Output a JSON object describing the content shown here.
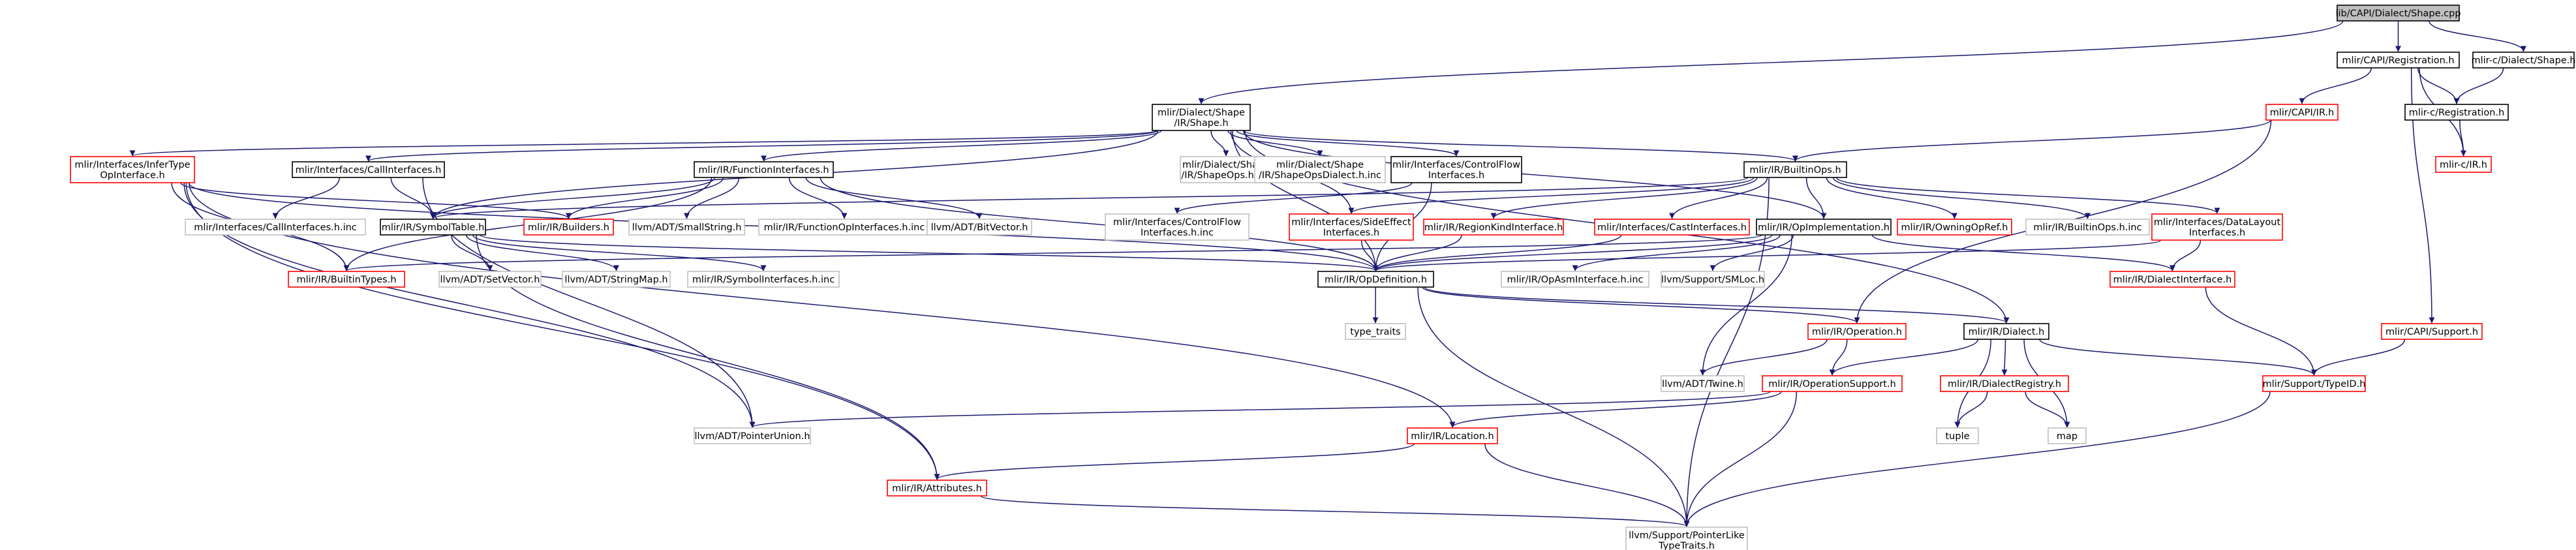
{
  "colors": {
    "edge": "#191970",
    "root_fill": "#bfbfbf",
    "normal_border": "#000000",
    "truncated_border": "#ff0000",
    "external_border": "#bfbfbf",
    "external_text": "#000000"
  },
  "nodes": [
    {
      "id": "shape_cpp",
      "kind": "root",
      "lines": [
        "lib/CAPI/Dialect/Shape.cpp"
      ]
    },
    {
      "id": "dialect_shape_h",
      "kind": "normal",
      "lines": [
        "mlir/Dialect/Shape",
        "/IR/Shape.h"
      ]
    },
    {
      "id": "capi_registration_h",
      "kind": "normal",
      "lines": [
        "mlir/CAPI/Registration.h"
      ]
    },
    {
      "id": "mlir_c_dialect_shape_h",
      "kind": "normal",
      "lines": [
        "mlir-c/Dialect/Shape.h"
      ]
    },
    {
      "id": "capi_ir_h",
      "kind": "truncated",
      "lines": [
        "mlir/CAPI/IR.h"
      ]
    },
    {
      "id": "mlir_c_registration_h",
      "kind": "normal",
      "lines": [
        "mlir-c/Registration.h"
      ]
    },
    {
      "id": "mlir_c_ir_h",
      "kind": "truncated",
      "lines": [
        "mlir-c/IR.h"
      ]
    },
    {
      "id": "infertype_h",
      "kind": "truncated",
      "lines": [
        "mlir/Interfaces/InferType",
        "OpInterface.h"
      ]
    },
    {
      "id": "callinterfaces_h",
      "kind": "normal",
      "lines": [
        "mlir/Interfaces/CallInterfaces.h"
      ]
    },
    {
      "id": "functioninterfaces_h",
      "kind": "normal",
      "lines": [
        "mlir/IR/FunctionInterfaces.h"
      ]
    },
    {
      "id": "shapeops_h_inc",
      "kind": "external",
      "lines": [
        "mlir/Dialect/Shape",
        "/IR/ShapeOps.h.inc"
      ]
    },
    {
      "id": "shapeopsdialect_h_inc",
      "kind": "external",
      "lines": [
        "mlir/Dialect/Shape",
        "/IR/ShapeOpsDialect.h.inc"
      ]
    },
    {
      "id": "controlflow_h",
      "kind": "normal",
      "lines": [
        "mlir/Interfaces/ControlFlow",
        "Interfaces.h"
      ]
    },
    {
      "id": "builtinops_h",
      "kind": "normal",
      "lines": [
        "mlir/IR/BuiltinOps.h"
      ]
    },
    {
      "id": "callinterfaces_h_inc",
      "kind": "external",
      "lines": [
        "mlir/Interfaces/CallInterfaces.h.inc"
      ]
    },
    {
      "id": "symboltable_h",
      "kind": "normal",
      "lines": [
        "mlir/IR/SymbolTable.h"
      ]
    },
    {
      "id": "builders_h",
      "kind": "truncated",
      "lines": [
        "mlir/IR/Builders.h"
      ]
    },
    {
      "id": "smallstring_h",
      "kind": "external",
      "lines": [
        "llvm/ADT/SmallString.h"
      ]
    },
    {
      "id": "functionopinterfaces_h_inc",
      "kind": "external",
      "lines": [
        "mlir/IR/FunctionOpInterfaces.h.inc"
      ]
    },
    {
      "id": "bitvector_h",
      "kind": "external",
      "lines": [
        "llvm/ADT/BitVector.h"
      ]
    },
    {
      "id": "controlflow_h_inc",
      "kind": "external",
      "lines": [
        "mlir/Interfaces/ControlFlow",
        "Interfaces.h.inc"
      ]
    },
    {
      "id": "sideeffect_h",
      "kind": "truncated",
      "lines": [
        "mlir/Interfaces/SideEffect",
        "Interfaces.h"
      ]
    },
    {
      "id": "regionkind_h",
      "kind": "truncated",
      "lines": [
        "mlir/IR/RegionKindInterface.h"
      ]
    },
    {
      "id": "castinterfaces_h",
      "kind": "truncated",
      "lines": [
        "mlir/Interfaces/CastInterfaces.h"
      ]
    },
    {
      "id": "opimplementation_h",
      "kind": "normal",
      "lines": [
        "mlir/IR/OpImplementation.h"
      ]
    },
    {
      "id": "owningopref_h",
      "kind": "truncated",
      "lines": [
        "mlir/IR/OwningOpRef.h"
      ]
    },
    {
      "id": "builtinops_h_inc",
      "kind": "external",
      "lines": [
        "mlir/IR/BuiltinOps.h.inc"
      ]
    },
    {
      "id": "datalayout_h",
      "kind": "truncated",
      "lines": [
        "mlir/Interfaces/DataLayout",
        "Interfaces.h"
      ]
    },
    {
      "id": "builtintypes_h",
      "kind": "truncated",
      "lines": [
        "mlir/IR/BuiltinTypes.h"
      ]
    },
    {
      "id": "setvector_h",
      "kind": "external",
      "lines": [
        "llvm/ADT/SetVector.h"
      ]
    },
    {
      "id": "stringmap_h",
      "kind": "external",
      "lines": [
        "llvm/ADT/StringMap.h"
      ]
    },
    {
      "id": "symbolinterfaces_h_inc",
      "kind": "external",
      "lines": [
        "mlir/IR/SymbolInterfaces.h.inc"
      ]
    },
    {
      "id": "opdefinition_h",
      "kind": "normal",
      "lines": [
        "mlir/IR/OpDefinition.h"
      ]
    },
    {
      "id": "opasminterface_h_inc",
      "kind": "external",
      "lines": [
        "mlir/IR/OpAsmInterface.h.inc"
      ]
    },
    {
      "id": "smloc_h",
      "kind": "external",
      "lines": [
        "llvm/Support/SMLoc.h"
      ]
    },
    {
      "id": "dialectinterface_h",
      "kind": "truncated",
      "lines": [
        "mlir/IR/DialectInterface.h"
      ]
    },
    {
      "id": "type_traits",
      "kind": "external",
      "lines": [
        "type_traits"
      ]
    },
    {
      "id": "operation_h",
      "kind": "truncated",
      "lines": [
        "mlir/IR/Operation.h"
      ]
    },
    {
      "id": "dialect_h",
      "kind": "normal",
      "lines": [
        "mlir/IR/Dialect.h"
      ]
    },
    {
      "id": "capi_support_h",
      "kind": "truncated",
      "lines": [
        "mlir/CAPI/Support.h"
      ]
    },
    {
      "id": "twine_h",
      "kind": "external",
      "lines": [
        "llvm/ADT/Twine.h"
      ]
    },
    {
      "id": "operationsupport_h",
      "kind": "truncated",
      "lines": [
        "mlir/IR/OperationSupport.h"
      ]
    },
    {
      "id": "dialectregistry_h",
      "kind": "truncated",
      "lines": [
        "mlir/IR/DialectRegistry.h"
      ]
    },
    {
      "id": "typeid_h",
      "kind": "truncated",
      "lines": [
        "mlir/Support/TypeID.h"
      ]
    },
    {
      "id": "pointerunion_h",
      "kind": "external",
      "lines": [
        "llvm/ADT/PointerUnion.h"
      ]
    },
    {
      "id": "location_h",
      "kind": "truncated",
      "lines": [
        "mlir/IR/Location.h"
      ]
    },
    {
      "id": "tuple",
      "kind": "external",
      "lines": [
        "tuple"
      ]
    },
    {
      "id": "map",
      "kind": "external",
      "lines": [
        "map"
      ]
    },
    {
      "id": "attributes_h",
      "kind": "truncated",
      "lines": [
        "mlir/IR/Attributes.h"
      ]
    },
    {
      "id": "pointerliketypetraits_h",
      "kind": "external",
      "lines": [
        "llvm/Support/PointerLike",
        "TypeTraits.h"
      ]
    }
  ],
  "edges": [
    [
      "shape_cpp",
      "dialect_shape_h"
    ],
    [
      "shape_cpp",
      "capi_registration_h"
    ],
    [
      "shape_cpp",
      "mlir_c_dialect_shape_h"
    ],
    [
      "capi_registration_h",
      "capi_ir_h"
    ],
    [
      "capi_registration_h",
      "mlir_c_registration_h"
    ],
    [
      "capi_registration_h",
      "mlir_c_ir_h"
    ],
    [
      "capi_registration_h",
      "capi_support_h"
    ],
    [
      "mlir_c_dialect_shape_h",
      "mlir_c_registration_h"
    ],
    [
      "mlir_c_registration_h",
      "mlir_c_ir_h"
    ],
    [
      "capi_ir_h",
      "builtinops_h"
    ],
    [
      "capi_ir_h",
      "operation_h"
    ],
    [
      "capi_support_h",
      "typeid_h"
    ],
    [
      "dialect_shape_h",
      "infertype_h"
    ],
    [
      "dialect_shape_h",
      "callinterfaces_h"
    ],
    [
      "dialect_shape_h",
      "functioninterfaces_h"
    ],
    [
      "dialect_shape_h",
      "symboltable_h"
    ],
    [
      "dialect_shape_h",
      "shapeops_h_inc"
    ],
    [
      "dialect_shape_h",
      "shapeopsdialect_h_inc"
    ],
    [
      "dialect_shape_h",
      "controlflow_h"
    ],
    [
      "dialect_shape_h",
      "builtinops_h"
    ],
    [
      "dialect_shape_h",
      "sideeffect_h"
    ],
    [
      "dialect_shape_h",
      "opimplementation_h"
    ],
    [
      "dialect_shape_h",
      "opdefinition_h"
    ],
    [
      "dialect_shape_h",
      "dialect_h"
    ],
    [
      "infertype_h",
      "builtintypes_h"
    ],
    [
      "infertype_h",
      "opdefinition_h"
    ],
    [
      "infertype_h",
      "location_h"
    ],
    [
      "infertype_h",
      "attributes_h"
    ],
    [
      "infertype_h",
      "pointerunion_h"
    ],
    [
      "infertype_h",
      "builders_h"
    ],
    [
      "callinterfaces_h",
      "symboltable_h"
    ],
    [
      "callinterfaces_h",
      "callinterfaces_h_inc"
    ],
    [
      "callinterfaces_h",
      "pointerunion_h"
    ],
    [
      "functioninterfaces_h",
      "builtintypes_h"
    ],
    [
      "functioninterfaces_h",
      "symboltable_h"
    ],
    [
      "functioninterfaces_h",
      "builders_h"
    ],
    [
      "functioninterfaces_h",
      "smallstring_h"
    ],
    [
      "functioninterfaces_h",
      "functionopinterfaces_h_inc"
    ],
    [
      "functioninterfaces_h",
      "bitvector_h"
    ],
    [
      "functioninterfaces_h",
      "opdefinition_h"
    ],
    [
      "controlflow_h",
      "controlflow_h_inc"
    ],
    [
      "controlflow_h",
      "opdefinition_h"
    ],
    [
      "builtinops_h",
      "symboltable_h"
    ],
    [
      "builtinops_h",
      "sideeffect_h"
    ],
    [
      "builtinops_h",
      "regionkind_h"
    ],
    [
      "builtinops_h",
      "castinterfaces_h"
    ],
    [
      "builtinops_h",
      "opimplementation_h"
    ],
    [
      "builtinops_h",
      "owningopref_h"
    ],
    [
      "builtinops_h",
      "builtinops_h_inc"
    ],
    [
      "builtinops_h",
      "datalayout_h"
    ],
    [
      "builtinops_h",
      "pointerliketypetraits_h"
    ],
    [
      "symboltable_h",
      "setvector_h"
    ],
    [
      "symboltable_h",
      "stringmap_h"
    ],
    [
      "symboltable_h",
      "symbolinterfaces_h_inc"
    ],
    [
      "symboltable_h",
      "opdefinition_h"
    ],
    [
      "symboltable_h",
      "attributes_h"
    ],
    [
      "sideeffect_h",
      "opdefinition_h"
    ],
    [
      "regionkind_h",
      "opdefinition_h"
    ],
    [
      "castinterfaces_h",
      "opdefinition_h"
    ],
    [
      "opimplementation_h",
      "builtintypes_h"
    ],
    [
      "opimplementation_h",
      "opdefinition_h"
    ],
    [
      "opimplementation_h",
      "opasminterface_h_inc"
    ],
    [
      "opimplementation_h",
      "smloc_h"
    ],
    [
      "opimplementation_h",
      "dialectinterface_h"
    ],
    [
      "opimplementation_h",
      "twine_h"
    ],
    [
      "datalayout_h",
      "opdefinition_h"
    ],
    [
      "datalayout_h",
      "dialectinterface_h"
    ],
    [
      "opdefinition_h",
      "type_traits"
    ],
    [
      "opdefinition_h",
      "operation_h"
    ],
    [
      "opdefinition_h",
      "dialect_h"
    ],
    [
      "opdefinition_h",
      "pointerliketypetraits_h"
    ],
    [
      "dialectinterface_h",
      "typeid_h"
    ],
    [
      "operation_h",
      "twine_h"
    ],
    [
      "operation_h",
      "operationsupport_h"
    ],
    [
      "dialect_h",
      "operationsupport_h"
    ],
    [
      "dialect_h",
      "dialectregistry_h"
    ],
    [
      "dialect_h",
      "typeid_h"
    ],
    [
      "dialect_h",
      "tuple"
    ],
    [
      "dialect_h",
      "map"
    ],
    [
      "operationsupport_h",
      "pointerunion_h"
    ],
    [
      "operationsupport_h",
      "location_h"
    ],
    [
      "operationsupport_h",
      "pointerliketypetraits_h"
    ],
    [
      "dialectregistry_h",
      "tuple"
    ],
    [
      "dialectregistry_h",
      "map"
    ],
    [
      "typeid_h",
      "pointerliketypetraits_h"
    ],
    [
      "location_h",
      "attributes_h"
    ],
    [
      "location_h",
      "pointerliketypetraits_h"
    ],
    [
      "attributes_h",
      "pointerliketypetraits_h"
    ]
  ]
}
